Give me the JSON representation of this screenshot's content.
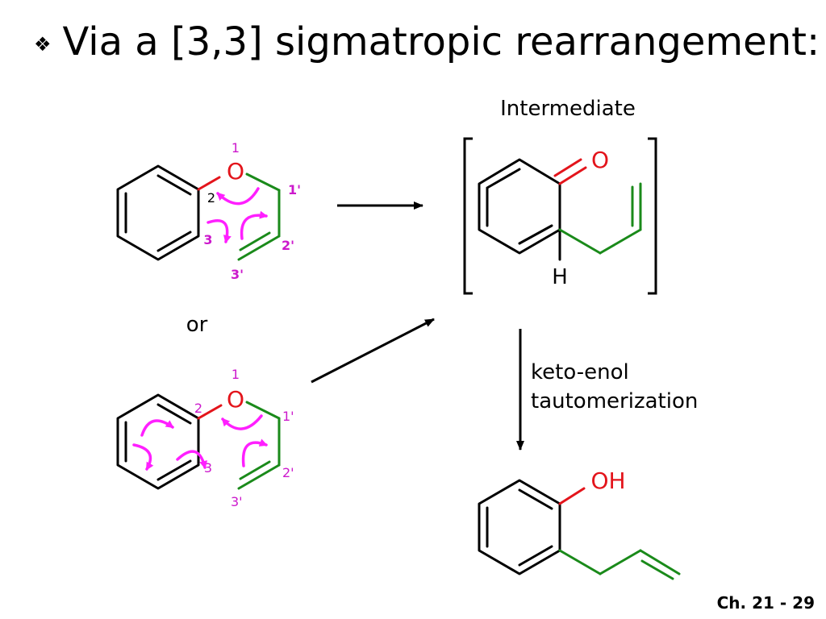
{
  "slide": {
    "bullet_symbol": "❖",
    "title": "Via a [3,3] sigmatropic rearrangement:",
    "footer": "Ch. 21 - 29"
  },
  "labels": {
    "intermediate": "Intermediate",
    "or": "or",
    "keto_enol_line1": "keto-enol",
    "keto_enol_line2": "tautomerization"
  },
  "atoms": {
    "oxygen": "O",
    "hydrogen": "H",
    "carbonyl_o": "O",
    "hydroxyl": "OH"
  },
  "numbering": {
    "o_position": "1",
    "c2": "2",
    "c3": "3",
    "c1p": "1'",
    "c2p": "2'",
    "c3p": "3'"
  },
  "colors": {
    "oxygen": "#e3141b",
    "allyl": "#1a8a1a",
    "curved_arrow": "#ff1fff",
    "number": "#cc19cc",
    "bond": "#000000"
  }
}
